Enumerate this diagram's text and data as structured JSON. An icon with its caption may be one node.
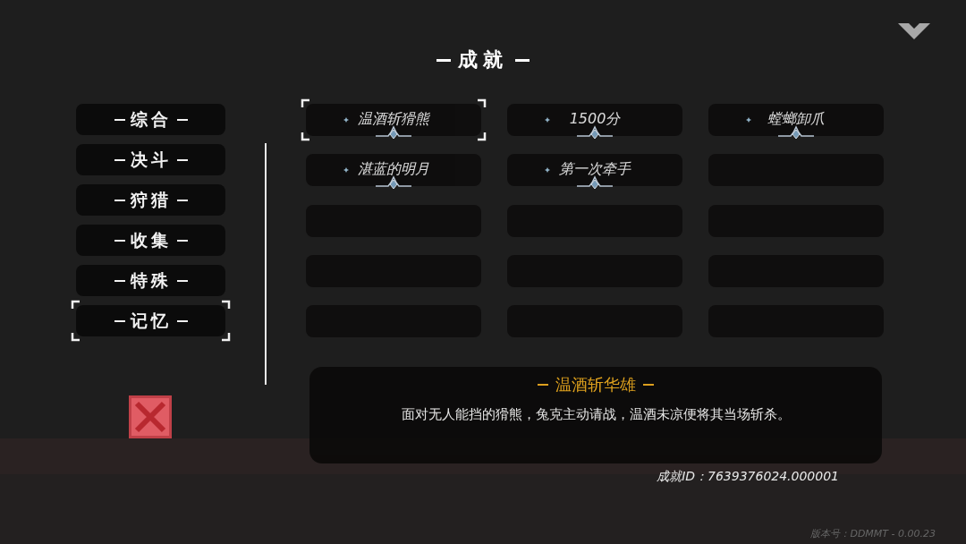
{
  "diagram": {
    "title": "成就",
    "nodes": [
      {
        "text": [
          "综合"
        ]
      },
      {
        "text": [
          "决斗"
        ]
      },
      {
        "text": [
          "狩猎"
        ]
      },
      {
        "text": [
          "收集"
        ]
      },
      {
        "text": [
          "特殊"
        ]
      },
      {
        "text": [
          "记忆"
        ]
      },
      {
        "text": [
          "温酒斩猾熊"
        ]
      },
      {
        "text": [
          "1500分"
        ]
      },
      {
        "text": [
          "螳螂卸爪"
        ]
      },
      {
        "text": [
          "湛蓝的明月"
        ]
      },
      {
        "text": [
          "第一次牵手"
        ]
      },
      {
        "text": [],
        "shape": "box"
      },
      {
        "text": [],
        "shape": "box"
      },
      {
        "text": [],
        "shape": "box"
      },
      {
        "text": [],
        "shape": "box"
      },
      {
        "text": [],
        "shape": "box"
      },
      {
        "text": [],
        "shape": "box"
      },
      {
        "text": [],
        "shape": "box"
      },
      {
        "text": [],
        "shape": "box"
      },
      {
        "text": [],
        "shape": "box"
      },
      {
        "text": [],
        "shape": "box"
      },
      {
        "text": [
          "温酒斩华雄",
          "面对无人能挡的猾熊，兔克主动请战，温酒未凉便将其当场斩杀。"
        ]
      }
    ],
    "edges": [],
    "labels": [
      "成就ID：7639376024.000001",
      "版本号：DDMMT - 0.00.23"
    ]
  }
}
